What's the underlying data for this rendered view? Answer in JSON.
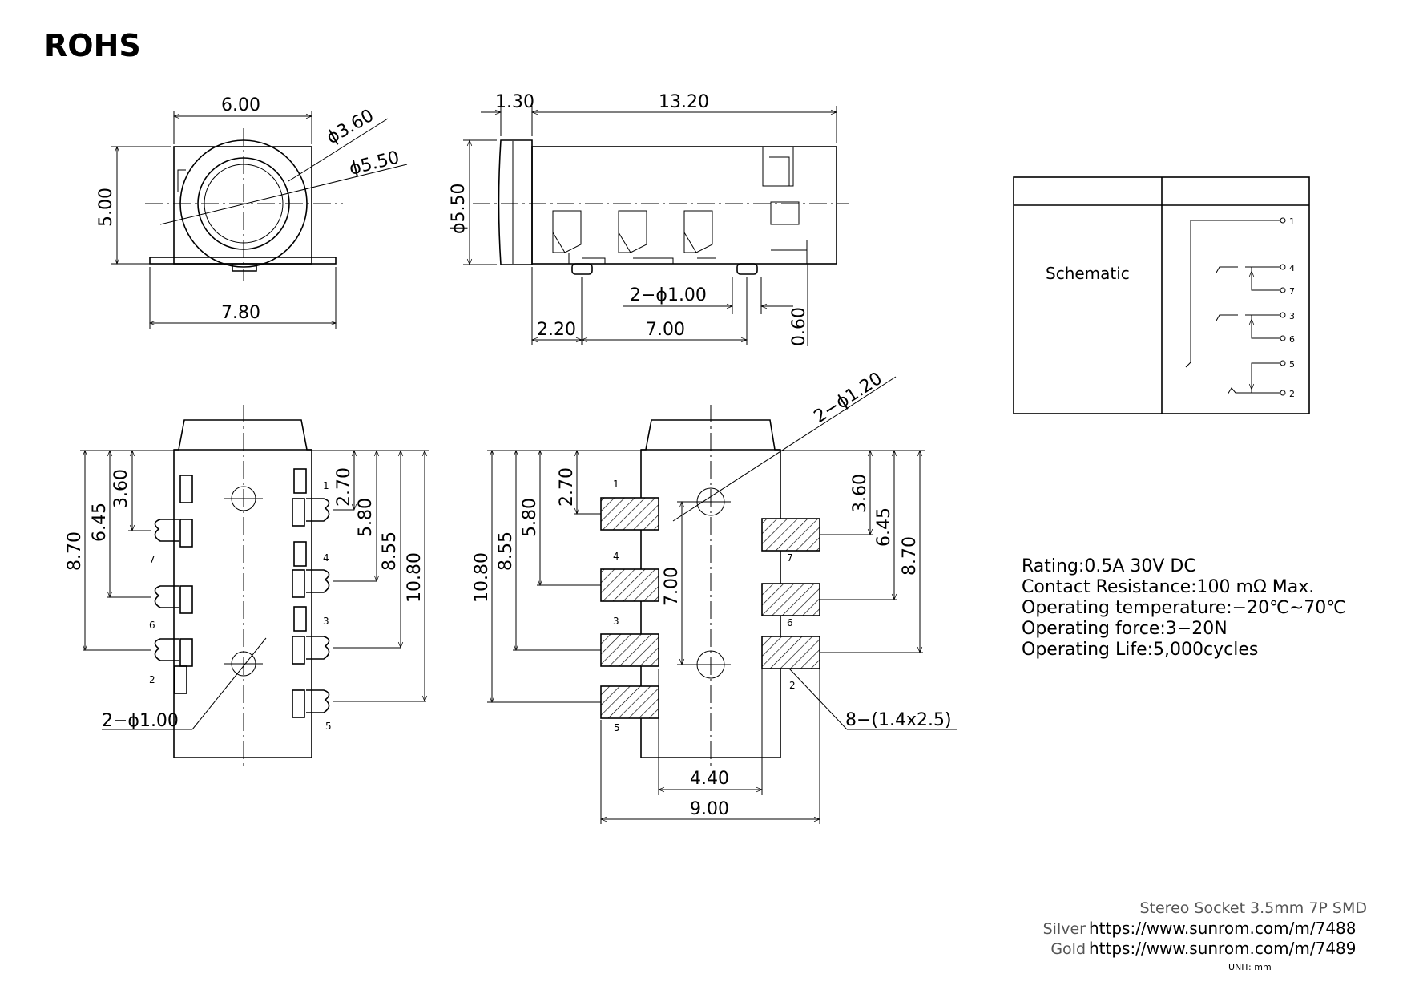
{
  "logo": "ROHS",
  "front_view": {
    "width_top": "6.00",
    "height": "5.00",
    "outer_diameter": "ϕ3.60",
    "inner_diameter": "ϕ5.50",
    "width_bottom": "7.80"
  },
  "side_view": {
    "flange": "1.30",
    "length": "13.20",
    "diameter": "ϕ5.50",
    "peg_holes": "2−ϕ1.00",
    "peg_offset": "2.20",
    "peg_pitch": "7.00",
    "peg_height": "0.60"
  },
  "top_view": {
    "left_dims": [
      "8.70",
      "6.45",
      "3.60"
    ],
    "right_dims": [
      "2.70",
      "5.80",
      "8.55",
      "10.80"
    ],
    "holes": "2−ϕ1.00",
    "pins": [
      "1",
      "7",
      "4",
      "6",
      "3",
      "2",
      "5"
    ]
  },
  "footprint": {
    "holes": "2−ϕ1.20",
    "left_dims": [
      "10.80",
      "8.55",
      "5.80",
      "2.70"
    ],
    "right_dims": [
      "3.60",
      "6.45",
      "8.70"
    ],
    "hole_pitch": "7.00",
    "pad_size": "8−(1.4x2.5)",
    "inner_width": "4.40",
    "outer_width": "9.00",
    "pins": [
      "1",
      "4",
      "3",
      "5",
      "7",
      "6",
      "2"
    ]
  },
  "schematic": {
    "label": "Schematic",
    "pins": [
      "1",
      "4",
      "7",
      "3",
      "6",
      "5",
      "2"
    ]
  },
  "specs": [
    "Rating:0.5A  30V  DC",
    "Contact  Resistance:100  mΩ  Max.",
    "Operating  temperature:−20℃~70℃",
    "Operating  force:3−20N",
    "Operating  Life:5,000cycles"
  ],
  "footer": {
    "title": "Stereo Socket 3.5mm 7P SMD",
    "silver_label": "Silver",
    "silver_url": "https://www.sunrom.com/m/7488",
    "gold_label": "Gold",
    "gold_url": "https://www.sunrom.com/m/7489",
    "unit": "UNIT:  mm"
  }
}
